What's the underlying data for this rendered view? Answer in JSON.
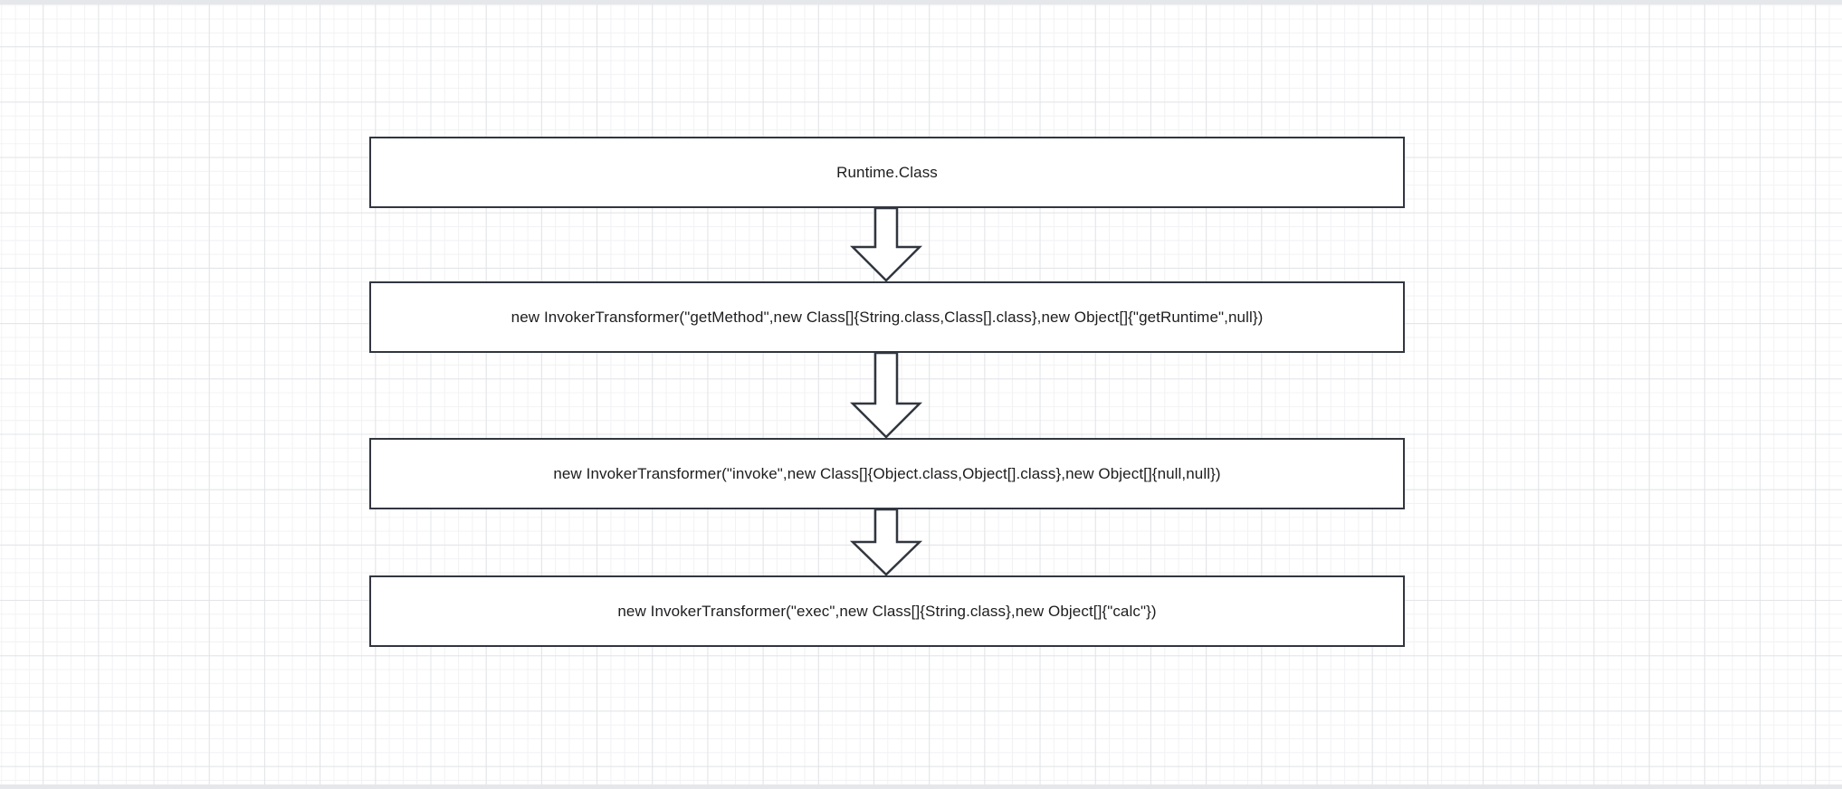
{
  "app": {
    "view": "flowchart-diagram-canvas"
  },
  "colors": {
    "canvas_bg": "#ffffff",
    "grid_minor": "#f2f2f4",
    "grid_major": "#e3e4e7",
    "shape_border": "#31363f",
    "shape_fill": "#ffffff",
    "text": "#1d1d1f",
    "window_edge_strip": "#e6e7ea"
  },
  "diagram": {
    "nodes": [
      {
        "id": "node-1",
        "label": "Runtime.Class"
      },
      {
        "id": "node-2",
        "label": "new InvokerTransformer(\"getMethod\",new Class[]{String.class,Class[].class},new Object[]{\"getRuntime\",null})"
      },
      {
        "id": "node-3",
        "label": "new InvokerTransformer(\"invoke\",new Class[]{Object.class,Object[].class},new Object[]{null,null})"
      },
      {
        "id": "node-4",
        "label": "new InvokerTransformer(\"exec\",new Class[]{String.class},new Object[]{\"calc\"})"
      }
    ],
    "connectors": [
      {
        "from": "node-1",
        "to": "node-2",
        "type": "block-arrow-down"
      },
      {
        "from": "node-2",
        "to": "node-3",
        "type": "block-arrow-down"
      },
      {
        "from": "node-3",
        "to": "node-4",
        "type": "block-arrow-down"
      }
    ]
  }
}
